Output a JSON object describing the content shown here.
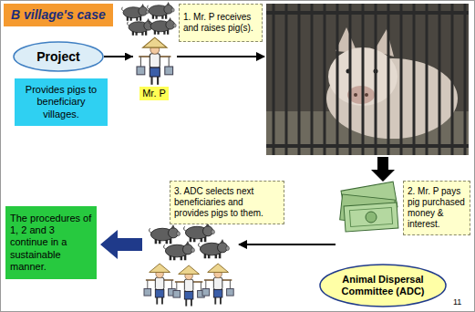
{
  "diagram": {
    "title": "B village's case",
    "nodes": [
      {
        "text": [
          "Project"
        ]
      },
      {
        "text": [
          "Provides pigs to beneficiary villages."
        ]
      },
      {
        "text": [
          "Mr. P"
        ]
      },
      {
        "text": [
          "1. Mr. P receives and raises pig(s)."
        ]
      },
      {
        "text": [
          "2. Mr. P pays pig purchased money & interest."
        ]
      },
      {
        "text": [
          "Animal Dispersal Committee (ADC)"
        ]
      },
      {
        "text": [
          "3. ADC selects next beneficiaries and provides pigs to them."
        ]
      },
      {
        "text": [
          "The procedures of 1, 2 and 3 continue in a sustainable manner."
        ]
      }
    ],
    "edges": [
      {
        "from": 0,
        "to": 2,
        "arrow": "to"
      }
    ],
    "labels": [
      "11"
    ]
  }
}
